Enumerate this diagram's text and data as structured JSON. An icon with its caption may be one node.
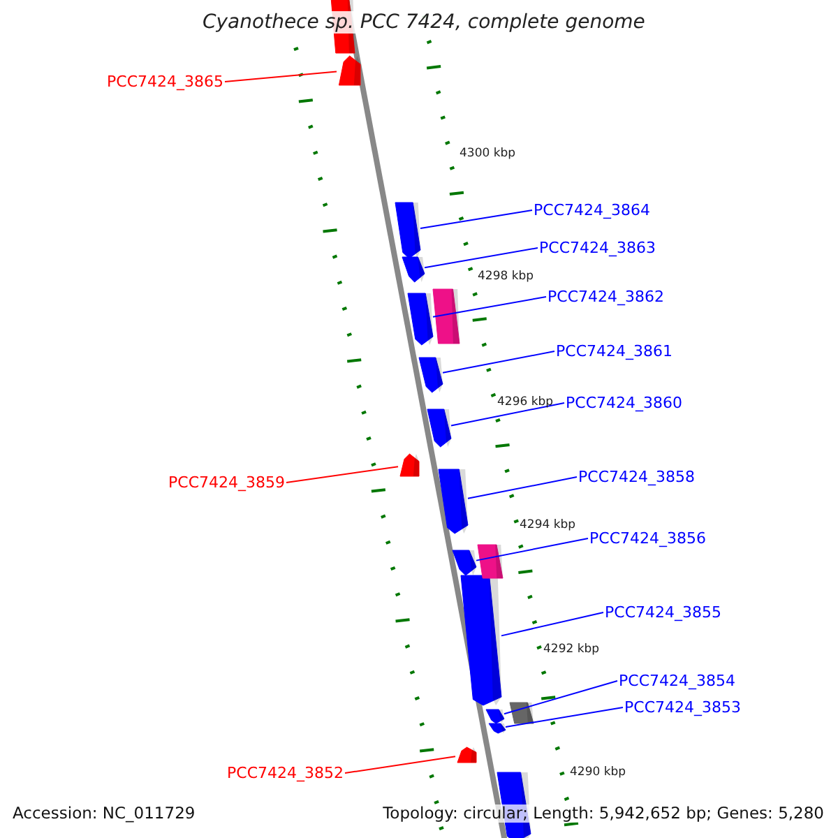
{
  "diagram": {
    "title": "Cyanothece sp. PCC 7424, complete genome",
    "nodes": [
      {
        "text": [
          "PCC7424_3865"
        ]
      },
      {
        "text": [],
        "shape": "arrow"
      },
      {
        "text": [
          "PCC7424_3864"
        ]
      },
      {
        "text": [],
        "shape": "arrow"
      },
      {
        "text": [
          "PCC7424_3863"
        ]
      },
      {
        "text": [],
        "shape": "arrow"
      },
      {
        "text": [
          "PCC7424_3862"
        ]
      },
      {
        "text": [],
        "shape": "arrow"
      },
      {
        "text": [
          "PCC7424_3861"
        ]
      },
      {
        "text": [],
        "shape": "arrow"
      },
      {
        "text": [
          "PCC7424_3860"
        ]
      },
      {
        "text": [],
        "shape": "arrow"
      },
      {
        "text": [
          "PCC7424_3859"
        ]
      },
      {
        "text": [],
        "shape": "arrow"
      },
      {
        "text": [
          "PCC7424_3858"
        ]
      },
      {
        "text": [],
        "shape": "arrow"
      },
      {
        "text": [
          "PCC7424_3856"
        ]
      },
      {
        "text": [],
        "shape": "arrow"
      },
      {
        "text": [
          "PCC7424_3855"
        ]
      },
      {
        "text": [],
        "shape": "arrow"
      },
      {
        "text": [
          "PCC7424_3854"
        ]
      },
      {
        "text": [],
        "shape": "arrow"
      },
      {
        "text": [
          "PCC7424_3853"
        ]
      },
      {
        "text": [],
        "shape": "arrow"
      },
      {
        "text": [
          "PCC7424_3852"
        ]
      },
      {
        "text": [],
        "shape": "arrow"
      },
      {
        "text": [],
        "shape": "bar"
      },
      {
        "text": [],
        "shape": "bar"
      },
      {
        "text": [],
        "shape": "bar"
      },
      {
        "text": [],
        "shape": "bar"
      },
      {
        "text": [],
        "shape": "arrow"
      }
    ],
    "edges": [
      {
        "from": 0,
        "to": 1,
        "arrow": "none",
        "color": "#ff0000"
      },
      {
        "from": 2,
        "to": 3,
        "arrow": "none"
      },
      {
        "from": 4,
        "to": 5,
        "arrow": "none"
      },
      {
        "from": 6,
        "to": 7,
        "arrow": "none"
      },
      {
        "from": 8,
        "to": 9,
        "arrow": "none"
      },
      {
        "from": 10,
        "to": 11,
        "arrow": "none"
      },
      {
        "from": 12,
        "to": 13,
        "arrow": "none",
        "color": "#ff0000"
      },
      {
        "from": 14,
        "to": 15,
        "arrow": "none"
      },
      {
        "from": 16,
        "to": 17,
        "arrow": "none"
      },
      {
        "from": 18,
        "to": 19,
        "arrow": "none"
      },
      {
        "from": 20,
        "to": 21,
        "arrow": "none"
      },
      {
        "from": 22,
        "to": 23,
        "arrow": "none"
      },
      {
        "from": 24,
        "to": 25,
        "arrow": "none",
        "color": "#ff0000"
      }
    ],
    "labels": [
      "4300 kbp",
      "4298 kbp",
      "4296 kbp",
      "4294 kbp",
      "4292 kbp",
      "4290 kbp",
      "Accession: NC_011729",
      "Topology: circular; Length: 5,942,652 bp; Genes: 5,280"
    ]
  }
}
